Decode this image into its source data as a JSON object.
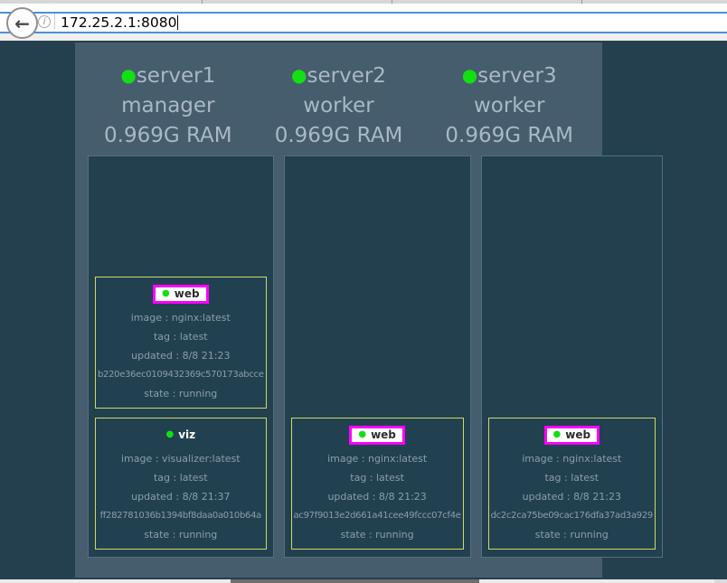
{
  "browser": {
    "url": "172.25.2.1:8080"
  },
  "icons": {
    "back_arrow": "←",
    "info": "i",
    "status_dot": "●"
  },
  "colors": {
    "page_bg": "#24404f",
    "panel_bg": "#465d6d",
    "node_bg": "#23404f",
    "node_border": "#54707f",
    "card_border": "#cbd96b",
    "status_green": "#12e012",
    "highlight_magenta": "#ff00ff",
    "focus_blue": "#4a90d9"
  },
  "nodes": [
    {
      "name": "server1",
      "role": "manager",
      "ram": "0.969G RAM",
      "containers": [
        {
          "name": "web",
          "image": "image : nginx:latest",
          "tag": "tag : latest",
          "updated": "updated : 8/8 21:23",
          "id": "b220e36ec0109432369c570173abcce",
          "state": "state : running"
        },
        {
          "name": "viz",
          "image": "image : visualizer:latest",
          "tag": "tag : latest",
          "updated": "updated : 8/8 21:37",
          "id": "ff282781036b1394bf8daa0a010b64a",
          "state": "state : running"
        }
      ]
    },
    {
      "name": "server2",
      "role": "worker",
      "ram": "0.969G RAM",
      "containers": [
        {
          "name": "web",
          "image": "image : nginx:latest",
          "tag": "tag : latest",
          "updated": "updated : 8/8 21:23",
          "id": "ac97f9013e2d661a41cee49fccc07cf4e",
          "state": "state : running"
        }
      ]
    },
    {
      "name": "server3",
      "role": "worker",
      "ram": "0.969G RAM",
      "containers": [
        {
          "name": "web",
          "image": "image : nginx:latest",
          "tag": "tag : latest",
          "updated": "updated : 8/8 21:23",
          "id": "dc2c2ca75be09cac176dfa37ad3a929",
          "state": "state : running"
        }
      ]
    }
  ]
}
